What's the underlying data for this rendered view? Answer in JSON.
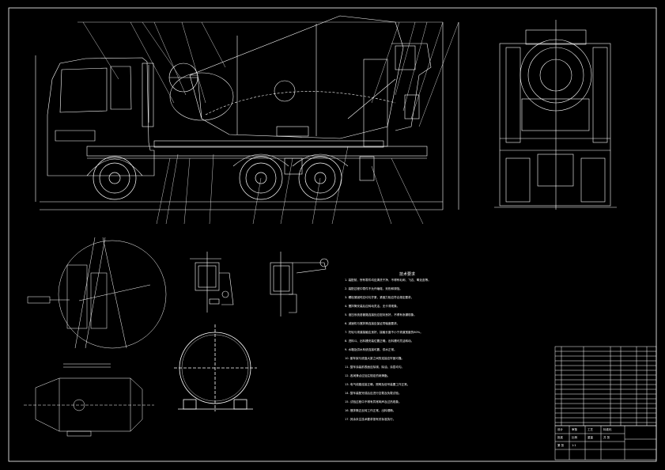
{
  "drawing": {
    "notes_title": "技术要求",
    "notes": [
      "1. 装配前，所有零件均应清洗干净，不得有毛刺、飞边、氧化皮等。",
      "2. 装配过程中零件不允许磕碰、划伤和锈蚀。",
      "3. 螺栓紧固时应均匀拧紧，紧固力矩应符合规定要求。",
      "4. 搅拌筒安装后应转动灵活，无卡滞现象。",
      "5. 液压系统各管路连接处应密封良好，不得有渗漏现象。",
      "6. 减速机与搅拌筒连接应保证同轴度要求。",
      "7. 托轮与滚道接触应良好，接触长度不小于滚道宽度的80%。",
      "8. 进料斗、出料槽安装位置正确，出料槽可灵活转动。",
      "9. 水箱及供水系统连接可靠，供水正常。",
      "10. 副车架与底盘大梁之间的连接应牢固可靠。",
      "11. 整车涂装前表面应除锈、除油，涂层均匀。",
      "12. 各润滑点应加注规定的润滑脂。",
      "13. 电气线路连接正确，照明及信号装置工作正常。",
      "14. 整车装配完成后应进行空载及负载试验。",
      "15. 试验过程中不得有异常响声及过热现象。",
      "16. 搅拌筒正反转工作正常，出料顺畅。",
      "17. 其余未注技术要求按有关标准执行。"
    ],
    "title_block": {
      "cells": [
        "设计",
        "审核",
        "工艺",
        "标准化",
        "批准",
        "比例",
        "重量",
        "共 张",
        "第 张",
        "1:1"
      ]
    }
  }
}
